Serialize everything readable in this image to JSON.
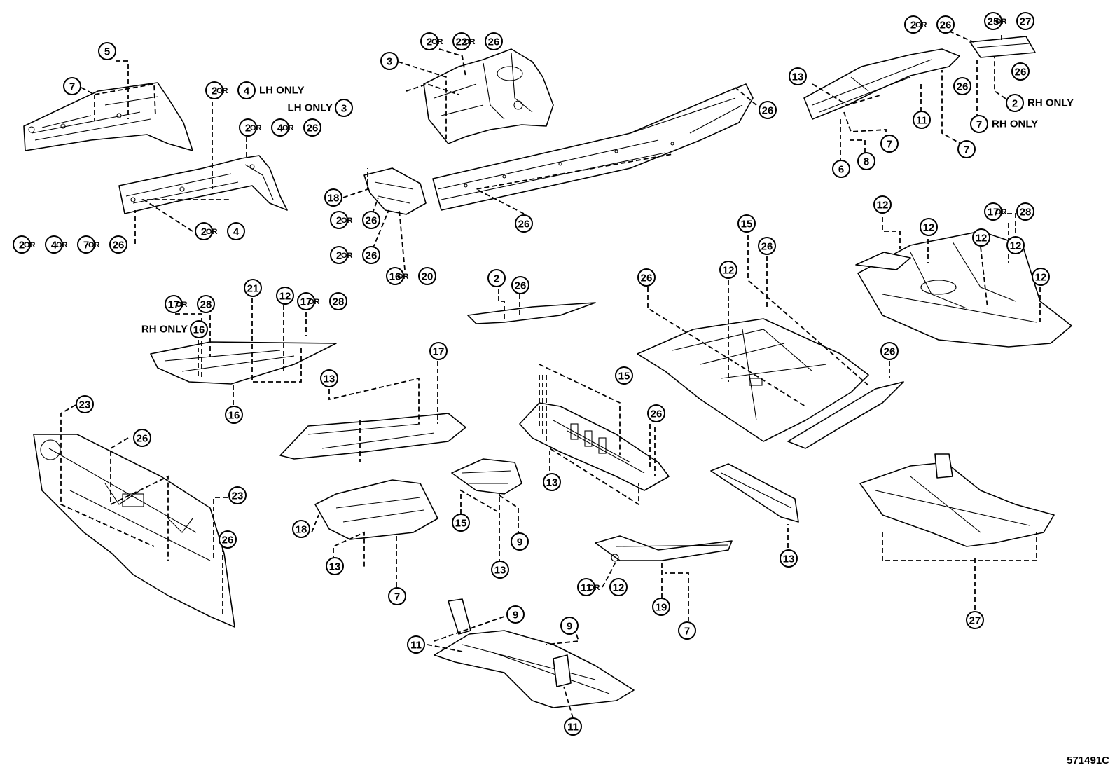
{
  "or_word": "OR",
  "figure_code": "571491C",
  "callouts": [
    {
      "group": "5",
      "items": [
        "5"
      ]
    },
    {
      "group": "7-front-side",
      "items": [
        "7"
      ]
    },
    {
      "group": "2-4-lh",
      "items": [
        "2",
        "4"
      ],
      "note": "LH ONLY"
    },
    {
      "group": "2-4-26-a",
      "items": [
        "2",
        "4",
        "26"
      ]
    },
    {
      "group": "2-4-small",
      "items": [
        "2",
        "4"
      ]
    },
    {
      "group": "2-4-7-26",
      "items": [
        "2",
        "4",
        "7",
        "26"
      ]
    },
    {
      "group": "3",
      "items": [
        "3"
      ]
    },
    {
      "group": "3-lh",
      "items": [
        "3"
      ],
      "prefix": "LH ONLY"
    },
    {
      "group": "2-22-26",
      "items": [
        "2",
        "22",
        "26"
      ]
    },
    {
      "group": "26-rail",
      "items": [
        "26"
      ]
    },
    {
      "group": "26-rail-low",
      "items": [
        "26"
      ]
    },
    {
      "group": "18-top",
      "items": [
        "18"
      ]
    },
    {
      "group": "2-26-a",
      "items": [
        "2",
        "26"
      ]
    },
    {
      "group": "2-26-b",
      "items": [
        "2",
        "26"
      ]
    },
    {
      "group": "16-20",
      "items": [
        "16",
        "20"
      ]
    },
    {
      "group": "2-26-top",
      "items": [
        "2",
        "26"
      ]
    },
    {
      "group": "25-27",
      "items": [
        "25",
        "27"
      ]
    },
    {
      "group": "13-rear",
      "items": [
        "13"
      ]
    },
    {
      "group": "26-r1",
      "items": [
        "26"
      ]
    },
    {
      "group": "26-r2",
      "items": [
        "26"
      ]
    },
    {
      "group": "2-rh",
      "items": [
        "2"
      ],
      "note": "RH ONLY"
    },
    {
      "group": "7-rh",
      "items": [
        "7"
      ],
      "note": "RH ONLY"
    },
    {
      "group": "11-rear",
      "items": [
        "11"
      ]
    },
    {
      "group": "7-r1",
      "items": [
        "7"
      ]
    },
    {
      "group": "7-r2",
      "items": [
        "7"
      ]
    },
    {
      "group": "8",
      "items": [
        "8"
      ]
    },
    {
      "group": "6",
      "items": [
        "6"
      ]
    },
    {
      "group": "12-a",
      "items": [
        "12"
      ]
    },
    {
      "group": "12-b",
      "items": [
        "12"
      ]
    },
    {
      "group": "17-28-rear",
      "items": [
        "17",
        "28"
      ]
    },
    {
      "group": "12-c",
      "items": [
        "12"
      ]
    },
    {
      "group": "12-d",
      "items": [
        "12"
      ]
    },
    {
      "group": "12-e",
      "items": [
        "12"
      ]
    },
    {
      "group": "15-floor",
      "items": [
        "15"
      ]
    },
    {
      "group": "26-floor",
      "items": [
        "26"
      ]
    },
    {
      "group": "12-floor",
      "items": [
        "12"
      ]
    },
    {
      "group": "26-floor-left",
      "items": [
        "26"
      ]
    },
    {
      "group": "26-floor-right",
      "items": [
        "26"
      ]
    },
    {
      "group": "17-28-a",
      "items": [
        "17",
        "28"
      ]
    },
    {
      "group": "21",
      "items": [
        "21"
      ]
    },
    {
      "group": "12-mid",
      "items": [
        "12"
      ]
    },
    {
      "group": "17-28-b",
      "items": [
        "17",
        "28"
      ]
    },
    {
      "group": "16-rh",
      "items": [
        "16"
      ],
      "prefix": "RH ONLY"
    },
    {
      "group": "16-bottom",
      "items": [
        "16"
      ]
    },
    {
      "group": "2-mid",
      "items": [
        "2"
      ]
    },
    {
      "group": "26-mid",
      "items": [
        "26"
      ]
    },
    {
      "group": "17-tunnel",
      "items": [
        "17"
      ]
    },
    {
      "group": "13-tunnel",
      "items": [
        "13"
      ]
    },
    {
      "group": "15-mid",
      "items": [
        "15"
      ]
    },
    {
      "group": "26-mid2",
      "items": [
        "26"
      ]
    },
    {
      "group": "13-crossmember",
      "items": [
        "13"
      ]
    },
    {
      "group": "23-top",
      "items": [
        "23"
      ]
    },
    {
      "group": "26-dash",
      "items": [
        "26"
      ]
    },
    {
      "group": "23-bottom",
      "items": [
        "23"
      ]
    },
    {
      "group": "26-dash-low",
      "items": [
        "26"
      ]
    },
    {
      "group": "18-low",
      "items": [
        "18"
      ]
    },
    {
      "group": "13-low",
      "items": [
        "13"
      ]
    },
    {
      "group": "7-low",
      "items": [
        "7"
      ]
    },
    {
      "group": "15-low",
      "items": [
        "15"
      ]
    },
    {
      "group": "9-low",
      "items": [
        "9"
      ]
    },
    {
      "group": "13-bracket",
      "items": [
        "13"
      ]
    },
    {
      "group": "11-12",
      "items": [
        "11",
        "12"
      ]
    },
    {
      "group": "19",
      "items": [
        "19"
      ]
    },
    {
      "group": "7-sill",
      "items": [
        "7"
      ]
    },
    {
      "group": "13-sill",
      "items": [
        "13"
      ]
    },
    {
      "group": "27",
      "items": [
        "27"
      ]
    },
    {
      "group": "9-sub-a",
      "items": [
        "9"
      ]
    },
    {
      "group": "9-sub-b",
      "items": [
        "9"
      ]
    },
    {
      "group": "11-sub",
      "items": [
        "11"
      ]
    },
    {
      "group": "11-sub-low",
      "items": [
        "11"
      ]
    }
  ]
}
